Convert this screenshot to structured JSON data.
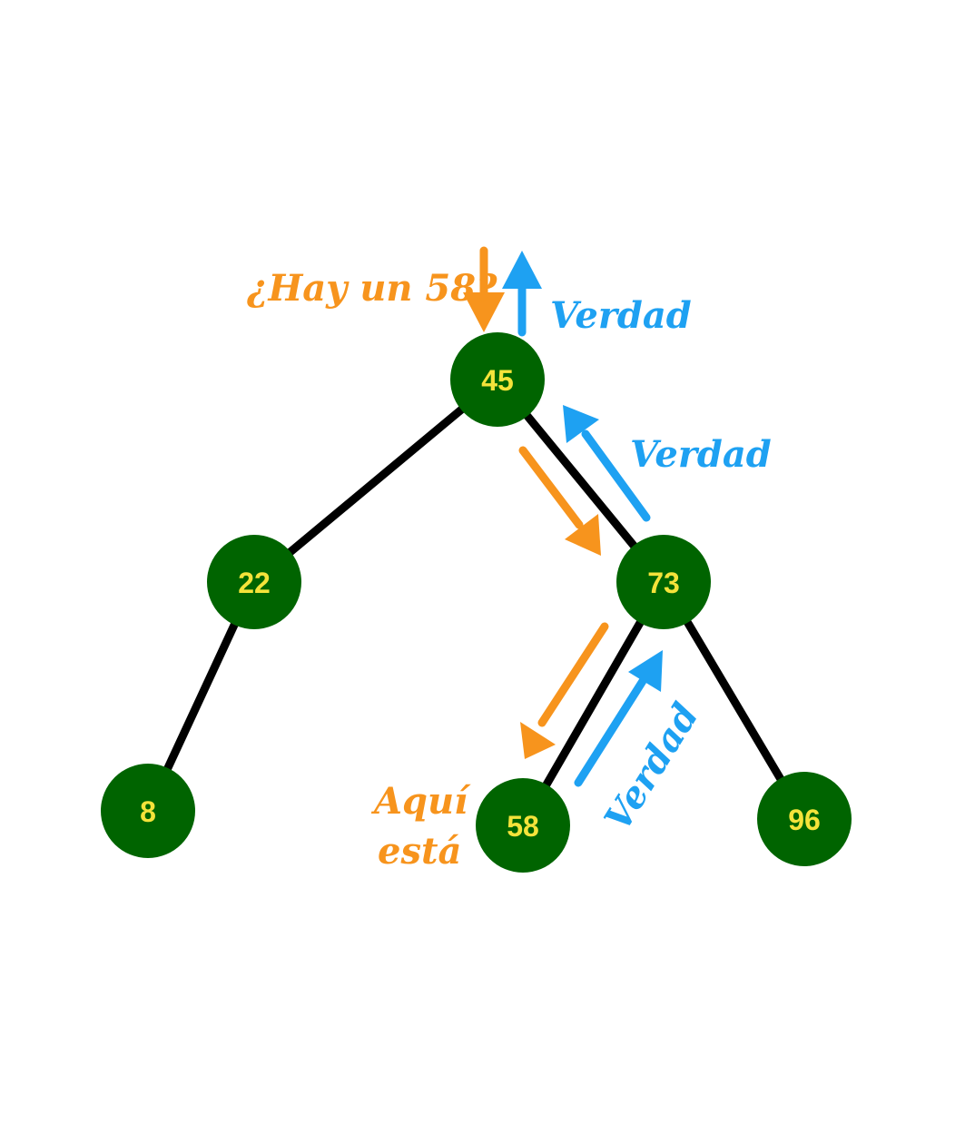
{
  "tree": {
    "nodes": [
      {
        "id": "n45",
        "label": "45"
      },
      {
        "id": "n22",
        "label": "22"
      },
      {
        "id": "n73",
        "label": "73"
      },
      {
        "id": "n8",
        "label": "8"
      },
      {
        "id": "n58",
        "label": "58"
      },
      {
        "id": "n96",
        "label": "96"
      }
    ],
    "edges": [
      {
        "from": "45",
        "to": "22"
      },
      {
        "from": "45",
        "to": "73"
      },
      {
        "from": "22",
        "to": "8"
      },
      {
        "from": "73",
        "to": "58"
      },
      {
        "from": "73",
        "to": "96"
      }
    ]
  },
  "annotations": {
    "query": "¿Hay un 58?",
    "found_line1": "Aquí",
    "found_line2": "está",
    "result_root": "Verdad",
    "result_73": "Verdad",
    "result_58": "Verdad"
  },
  "colors": {
    "node_fill": "#006400",
    "node_text": "#f4e33a",
    "edge": "#000000",
    "query_arrow": "#f7941d",
    "result_arrow": "#1ea1f2"
  }
}
